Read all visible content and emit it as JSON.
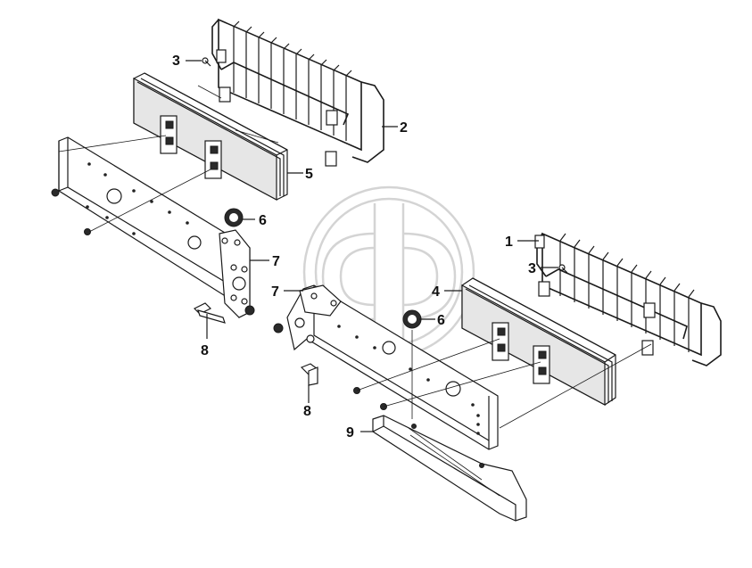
{
  "diagram": {
    "callouts": {
      "c1": "1",
      "c2": "2",
      "c3a": "3",
      "c3b": "3",
      "c4": "4",
      "c5": "5",
      "c6a": "6",
      "c6b": "6",
      "c7a": "7",
      "c7b": "7",
      "c8a": "8",
      "c8b": "8",
      "c9": "9"
    }
  }
}
